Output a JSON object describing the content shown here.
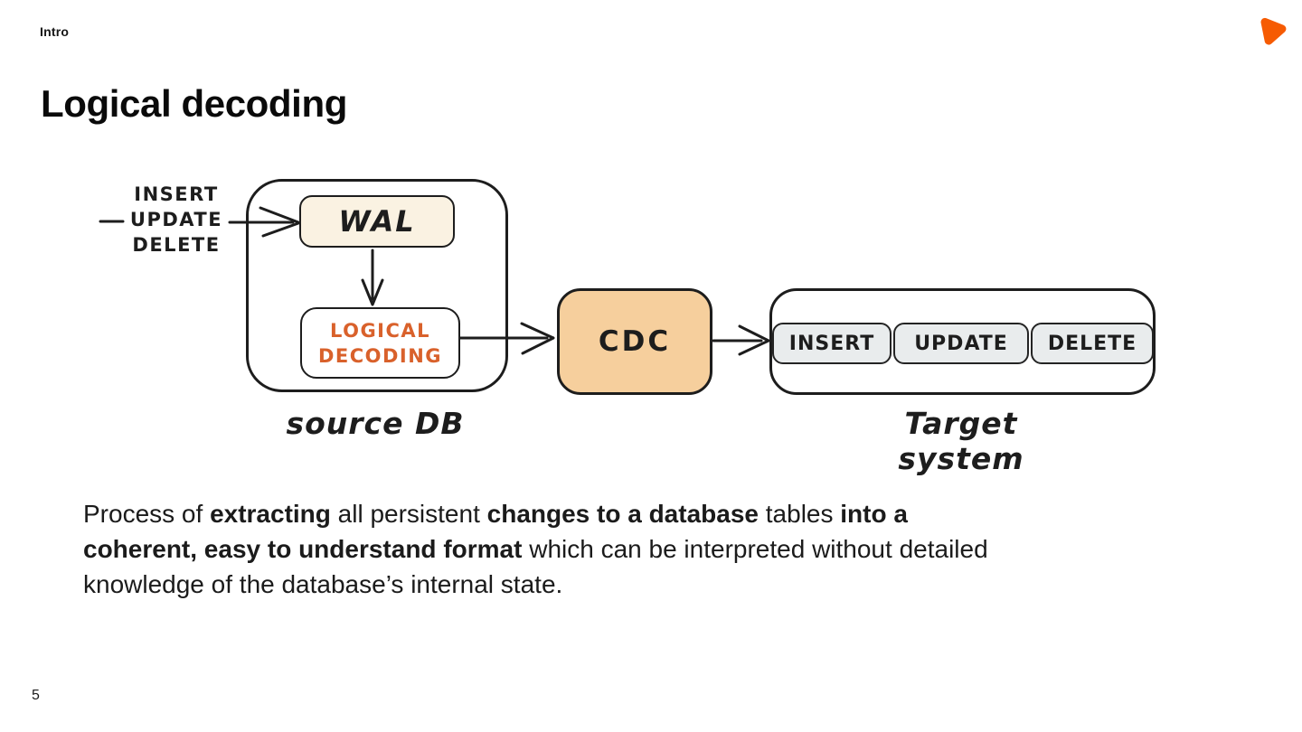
{
  "header": {
    "section": "Intro"
  },
  "title": "Logical decoding",
  "icons": {
    "logo": "rounded-triangle-play-logo"
  },
  "colors": {
    "logo_orange": "#f65b02",
    "diagram_stroke": "#1d1d1d",
    "logical_decoding_text": "#d9612b",
    "cdc_fill": "#f6cf9d",
    "wal_fill": "#faf2e2",
    "operation_fill": "#e9eced"
  },
  "diagram": {
    "input_ops": {
      "insert": "INSERT",
      "update": "UPDATE",
      "delete": "DELETE"
    },
    "wal_label": "WAL",
    "logical_line1": "LOGICAL",
    "logical_line2": "DECODING",
    "cdc_label": "CDC",
    "target_ops": {
      "insert": "INSERT",
      "update": "UPDATE",
      "delete": "DELETE"
    },
    "source_db_caption": "source DB",
    "target_caption": "Target system"
  },
  "paragraph": {
    "line1": {
      "s1": "Process of ",
      "s2": "extracting",
      "s3": " all persistent ",
      "s4": "changes to a database",
      "s5": " tables ",
      "s6": "into a"
    },
    "line2": {
      "s1": "coherent, easy to understand format",
      "s2": " which can be interpreted without detailed"
    },
    "line3": {
      "s1": "knowledge of the database’s internal state."
    }
  },
  "page_number": "5"
}
